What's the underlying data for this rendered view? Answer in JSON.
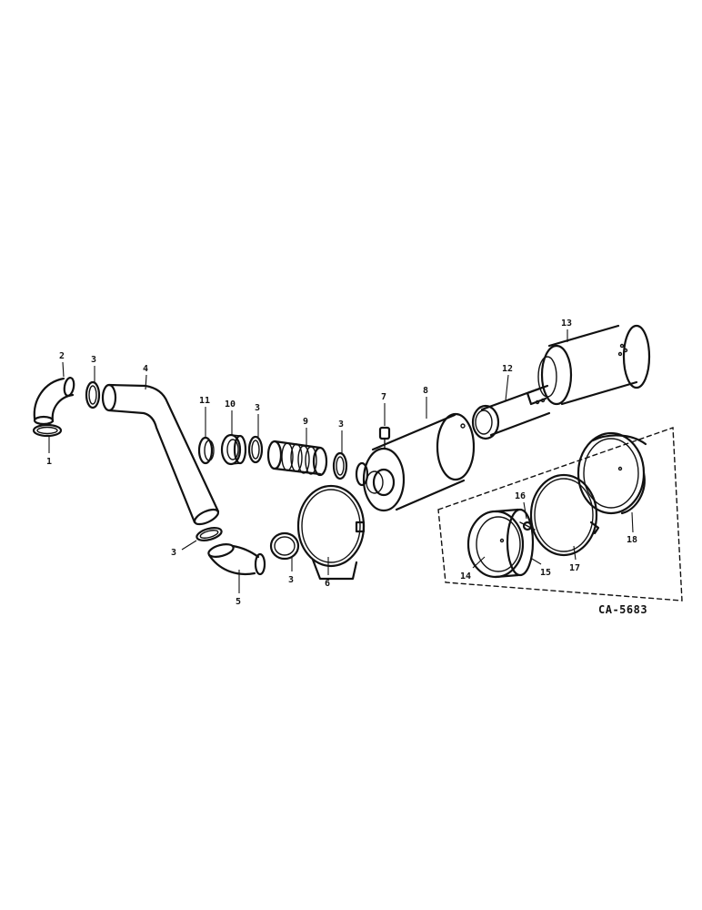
{
  "diagram": {
    "drawing_code": "CA-5683",
    "callouts": [
      {
        "id": "c1",
        "label": "1"
      },
      {
        "id": "c2",
        "label": "2"
      },
      {
        "id": "c3a",
        "label": "3"
      },
      {
        "id": "c4",
        "label": "4"
      },
      {
        "id": "c11",
        "label": "11"
      },
      {
        "id": "c10",
        "label": "10"
      },
      {
        "id": "c3b",
        "label": "3"
      },
      {
        "id": "c9",
        "label": "9"
      },
      {
        "id": "c3c",
        "label": "3"
      },
      {
        "id": "c7",
        "label": "7"
      },
      {
        "id": "c8",
        "label": "8"
      },
      {
        "id": "c12",
        "label": "12"
      },
      {
        "id": "c13",
        "label": "13"
      },
      {
        "id": "c3d",
        "label": "3"
      },
      {
        "id": "c5",
        "label": "5"
      },
      {
        "id": "c3e",
        "label": "3"
      },
      {
        "id": "c6",
        "label": "6"
      },
      {
        "id": "c16",
        "label": "16"
      },
      {
        "id": "c14",
        "label": "14"
      },
      {
        "id": "c15",
        "label": "15"
      },
      {
        "id": "c17",
        "label": "17"
      },
      {
        "id": "c18",
        "label": "18"
      }
    ]
  }
}
